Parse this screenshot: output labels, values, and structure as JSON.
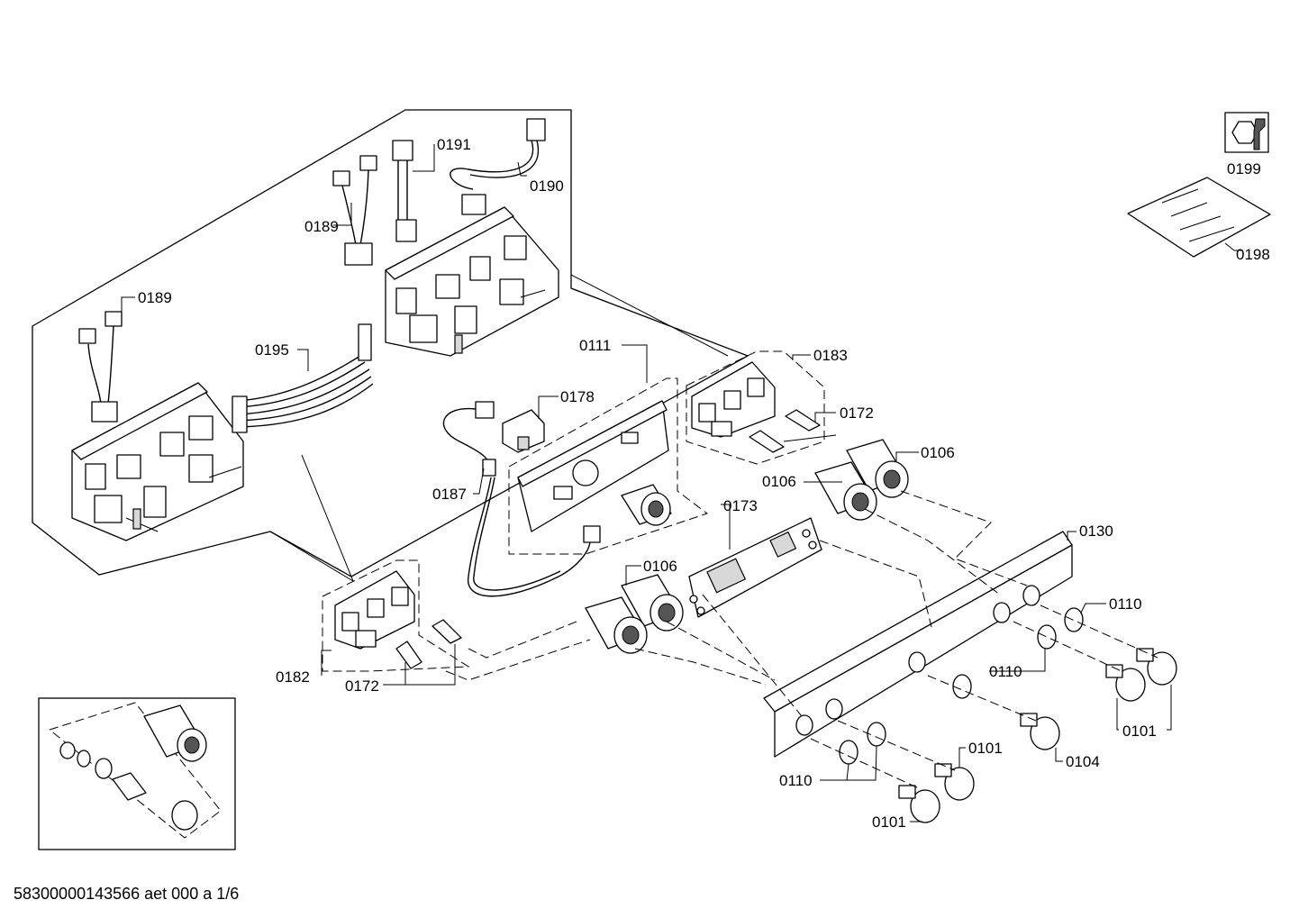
{
  "labels": {
    "p0191": "0191",
    "p0190": "0190",
    "p0189a": "0189",
    "p0189b": "0189",
    "p0195": "0195",
    "p0111": "0111",
    "p0178": "0178",
    "p0183": "0183",
    "p0172a": "0172",
    "p0106a": "0106",
    "p0106b": "0106",
    "p0187": "0187",
    "p0173": "0173",
    "p0130": "0130",
    "p0106c": "0106",
    "p0110a": "0110",
    "p0182": "0182",
    "p0172b": "0172",
    "p0110b": "0110",
    "p0101a": "0101",
    "p0104": "0104",
    "p0110c": "0110",
    "p0101b": "0101",
    "p0101c": "0101",
    "p0199": "0199",
    "p0198": "0198"
  },
  "footer": "58300000143566 aet 000 a 1/6",
  "icons": {
    "tool": "wrench-nut-icon",
    "kit": "screw-bag-icon"
  }
}
